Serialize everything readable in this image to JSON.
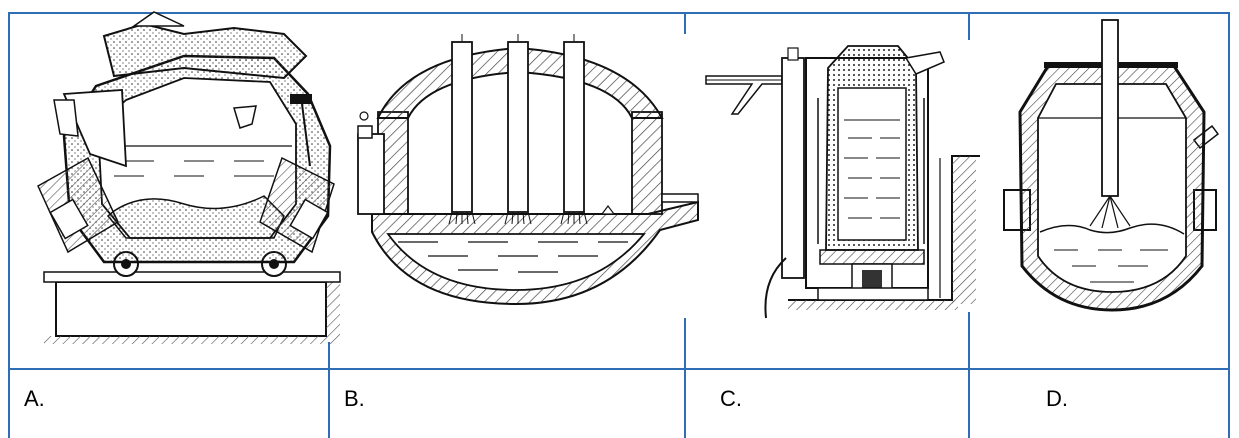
{
  "options": [
    {
      "id": "a",
      "label": "A.",
      "depicts": "tilting-furnace-icon"
    },
    {
      "id": "b",
      "label": "B.",
      "depicts": "arc-furnace-icon"
    },
    {
      "id": "c",
      "label": "C.",
      "depicts": "induction-furnace-icon"
    },
    {
      "id": "d",
      "label": "D.",
      "depicts": "ladle-lance-icon"
    }
  ],
  "colors": {
    "border": "#2f6eb5",
    "line": "#111111",
    "hatch": "#555555"
  }
}
